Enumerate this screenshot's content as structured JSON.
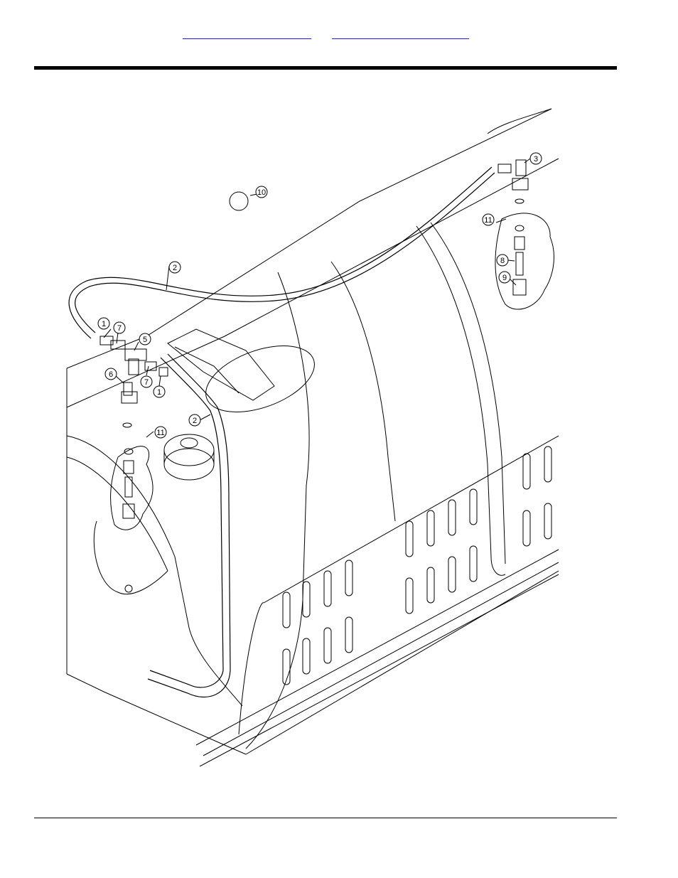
{
  "header": {
    "links": [
      "",
      ""
    ]
  },
  "callouts": {
    "c1a": "1",
    "c1b": "1",
    "c2a": "2",
    "c2b": "2",
    "c3": "3",
    "c5": "5",
    "c6": "6",
    "c7a": "7",
    "c7b": "7",
    "c8": "8",
    "c9": "9",
    "c10": "10",
    "c11a": "11",
    "c11b": "11"
  },
  "colors": {
    "link": "#1a1aff",
    "line": "#000000",
    "background": "#ffffff"
  }
}
